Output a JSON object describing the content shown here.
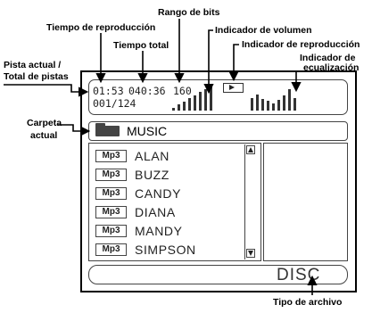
{
  "labels": {
    "tiempo_reproduccion": "Tiempo de reproducción",
    "rango_bits": "Rango de bits",
    "tiempo_total": "Tiempo total",
    "indicador_volumen": "Indicador de volumen",
    "indicador_reproduccion": "Indicador de reproducción",
    "indicador_ecualizacion_1": "Indicador de",
    "indicador_ecualizacion_2": "ecualización",
    "pista_actual_1": "Pista actual /",
    "pista_actual_2": "Total de pistas",
    "carpeta_actual_1": "Carpeta",
    "carpeta_actual_2": "actual",
    "tipo_archivo": "Tipo de archivo"
  },
  "display": {
    "play_time": "01:53",
    "total_time": "040:36",
    "bit_rate": "160",
    "track_counter": "001/124",
    "folder_name": "MUSIC",
    "source": "DISC",
    "volume_level": 1.0,
    "eq_levels": [
      0.6,
      0.75,
      0.55,
      0.45,
      0.35,
      0.5,
      0.7,
      1.0,
      0.6
    ]
  },
  "files": [
    {
      "type": "Mp3",
      "name": "ALAN"
    },
    {
      "type": "Mp3",
      "name": "BUZZ"
    },
    {
      "type": "Mp3",
      "name": "CANDY"
    },
    {
      "type": "Mp3",
      "name": "DIANA"
    },
    {
      "type": "Mp3",
      "name": "MANDY"
    },
    {
      "type": "Mp3",
      "name": "SIMPSON"
    }
  ]
}
